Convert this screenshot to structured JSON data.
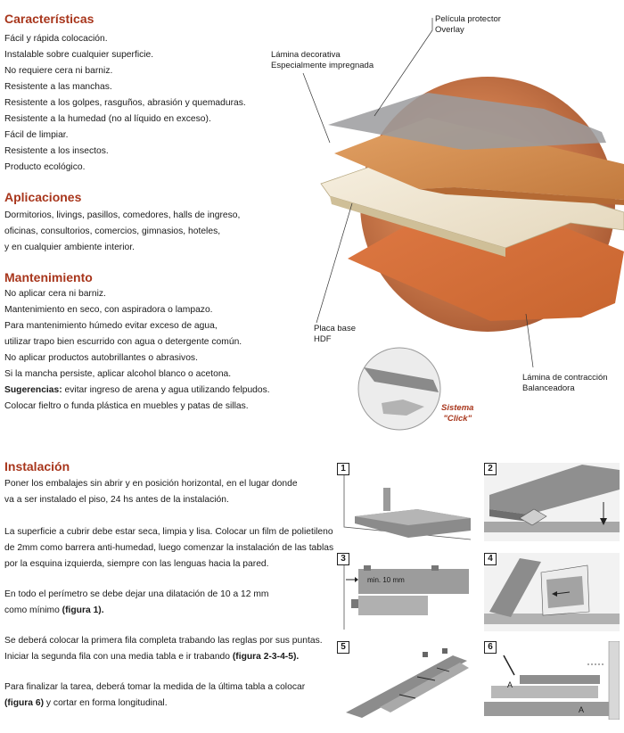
{
  "caracteristicas": {
    "title": "Características",
    "items": [
      "Fácil y rápida colocación.",
      "Instalable sobre cualquier superficie.",
      "No requiere cera ni barniz.",
      "Resistente a las manchas.",
      "Resistente a los golpes, rasguños, abrasión y quemaduras.",
      "Resistente a la humedad (no al líquido en exceso).",
      "Fácil de limpiar.",
      "Resistente a los insectos.",
      "Producto ecológico."
    ]
  },
  "aplicaciones": {
    "title": "Aplicaciones",
    "lines": [
      "Dormitorios, livings, pasillos, comedores, halls de ingreso,",
      "oficinas, consultorios, comercios, gimnasios, hoteles,",
      "y en cualquier ambiente interior."
    ]
  },
  "mantenimiento": {
    "title": "Mantenimiento",
    "lines": [
      "No aplicar cera ni barniz.",
      "Mantenimiento en seco, con aspiradora o lampazo.",
      "Para mantenimiento húmedo evitar exceso de agua,",
      "utilizar trapo bien escurrido con agua o detergente común.",
      "No aplicar productos autobrillantes o abrasivos.",
      "Si la mancha persiste, aplicar alcohol blanco o acetona."
    ],
    "sugerencias_label": "Sugerencias:",
    "sugerencias_text": " evitar ingreso de arena y agua utilizando felpudos.",
    "last_line": "Colocar fieltro o funda plástica en muebles y patas de sillas."
  },
  "diagram": {
    "pelicula": [
      "Película protector",
      "Overlay"
    ],
    "lamina_decorativa": [
      "Lámina decorativa",
      "Especialmente impregnada"
    ],
    "placa_base": [
      "Placa base",
      "HDF"
    ],
    "lamina_contraccion": [
      "Lámina de contracción",
      "Balanceadora"
    ],
    "sistema": [
      "Sistema",
      "\"Click\""
    ]
  },
  "instalacion": {
    "title": "Instalación",
    "p1": [
      "Poner los embalajes sin abrir y en posición horizontal, en el lugar donde",
      "va a ser instalado el piso, 24 hs antes de la instalación."
    ],
    "p2": [
      "La superficie a cubrir debe estar seca, limpia y lisa. Colocar un film de polietileno",
      "de 2mm como barrera anti-humedad, luego comenzar la instalación de las tablas",
      "por la esquina izquierda, siempre con las lenguas hacia la pared."
    ],
    "p3_line1": "En todo el perímetro se debe dejar una dilatación de 10 a 12 mm",
    "p3_line2_text": "como mínimo ",
    "p3_line2_bold": "(figura 1).",
    "p4_line1": "Se deberá colocar la primera fila completa trabando las reglas por sus puntas.",
    "p4_line2_text": "Iniciar la segunda fila con una media tabla e ir trabando ",
    "p4_line2_bold": "(figura 2-3-4-5).",
    "p5_line1": "Para finalizar la tarea, deberá tomar la medida de la última tabla a colocar",
    "p5_line2_bold": "(figura 6)",
    "p5_line2_text": " y cortar en forma longitudinal."
  },
  "figures": {
    "labels": [
      "1",
      "2",
      "3",
      "4",
      "5",
      "6"
    ],
    "fig3_text": "min. 10 mm",
    "fig6_a": "A"
  },
  "colors": {
    "heading": "#a8361c",
    "wood_top": "#d48b4e",
    "base": "#efe6d2",
    "backing": "#d9703a"
  }
}
